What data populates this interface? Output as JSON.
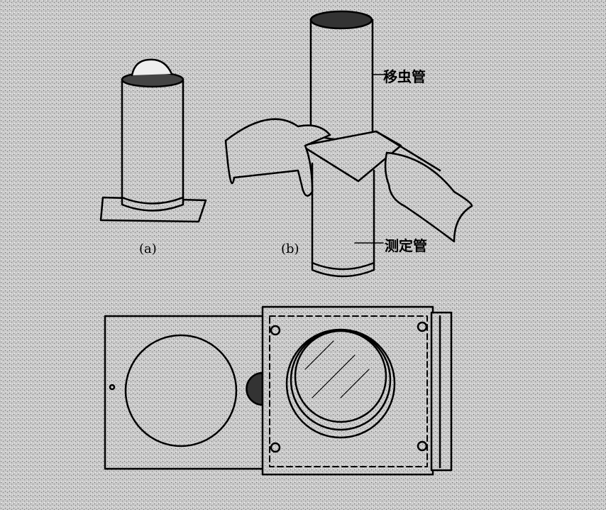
{
  "figure": {
    "labels": {
      "transfer_tube": "移虫管",
      "measuring_tube": "测定管",
      "panel_a": "(a)",
      "panel_b": "(b)"
    },
    "colors": {
      "background": "#c4c4c4",
      "ink": "#000000"
    }
  }
}
